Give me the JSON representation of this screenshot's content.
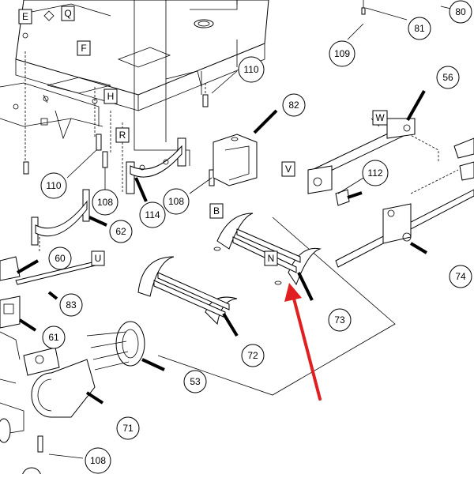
{
  "diagram": {
    "callouts": {
      "c80": "80",
      "c81": "81",
      "c109": "109",
      "c56": "56",
      "c110a": "110",
      "c82": "82",
      "c110b": "110",
      "c108a": "108",
      "c108b": "108",
      "c114": "114",
      "c112": "112",
      "c62": "62",
      "c60": "60",
      "c83": "83",
      "c61": "61",
      "c73": "73",
      "c74": "74",
      "c72": "72",
      "c53": "53",
      "c71": "71",
      "c108c": "108"
    },
    "box_labels": {
      "E": "E",
      "Q": "Q",
      "F": "F",
      "H": "H",
      "R": "R",
      "W": "W",
      "V": "V",
      "B": "B",
      "N": "N",
      "U": "U"
    },
    "highlight_color": "#e02020"
  }
}
